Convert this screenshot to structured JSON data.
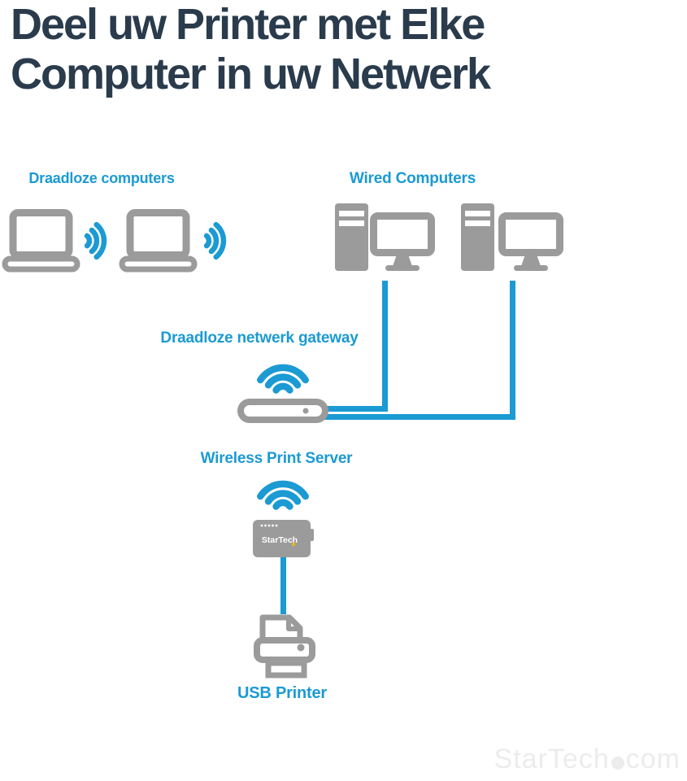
{
  "header": {
    "title_line1": "Deel uw Printer met Elke",
    "title_line2": "Computer in uw Netwerk"
  },
  "labels": {
    "wireless_computers": "Draadloze computers",
    "wired_computers": "Wired Computers",
    "gateway": "Draadloze netwerk gateway",
    "print_server": "Wireless Print Server",
    "usb_printer": "USB Printer"
  },
  "print_server_device": {
    "logo": "StarTech"
  },
  "watermark": {
    "brand": "StarTech",
    "tld": "com"
  },
  "colors": {
    "accent_blue": "#1b9ad3",
    "icon_gray": "#9b9b9b",
    "title_navy": "#2a3b4c",
    "watermark_gray": "#ececec",
    "logo_yellow": "#eab51e",
    "background": "#ffffff"
  },
  "diagram": {
    "nodes": [
      {
        "id": "laptop-1",
        "type": "wireless-laptop",
        "group": "Draadloze computers"
      },
      {
        "id": "laptop-2",
        "type": "wireless-laptop",
        "group": "Draadloze computers"
      },
      {
        "id": "desktop-1",
        "type": "wired-desktop",
        "group": "Wired Computers"
      },
      {
        "id": "desktop-2",
        "type": "wired-desktop",
        "group": "Wired Computers"
      },
      {
        "id": "gateway",
        "type": "wireless-router",
        "group": "Draadloze netwerk gateway"
      },
      {
        "id": "print-server",
        "type": "wireless-print-server",
        "group": "Wireless Print Server"
      },
      {
        "id": "printer",
        "type": "usb-printer",
        "group": "USB Printer"
      }
    ],
    "connections": [
      {
        "from": "laptop-1",
        "to": "gateway",
        "type": "wireless"
      },
      {
        "from": "laptop-2",
        "to": "gateway",
        "type": "wireless"
      },
      {
        "from": "desktop-1",
        "to": "gateway",
        "type": "wired"
      },
      {
        "from": "desktop-2",
        "to": "gateway",
        "type": "wired"
      },
      {
        "from": "print-server",
        "to": "gateway",
        "type": "wireless"
      },
      {
        "from": "print-server",
        "to": "printer",
        "type": "usb"
      }
    ]
  }
}
